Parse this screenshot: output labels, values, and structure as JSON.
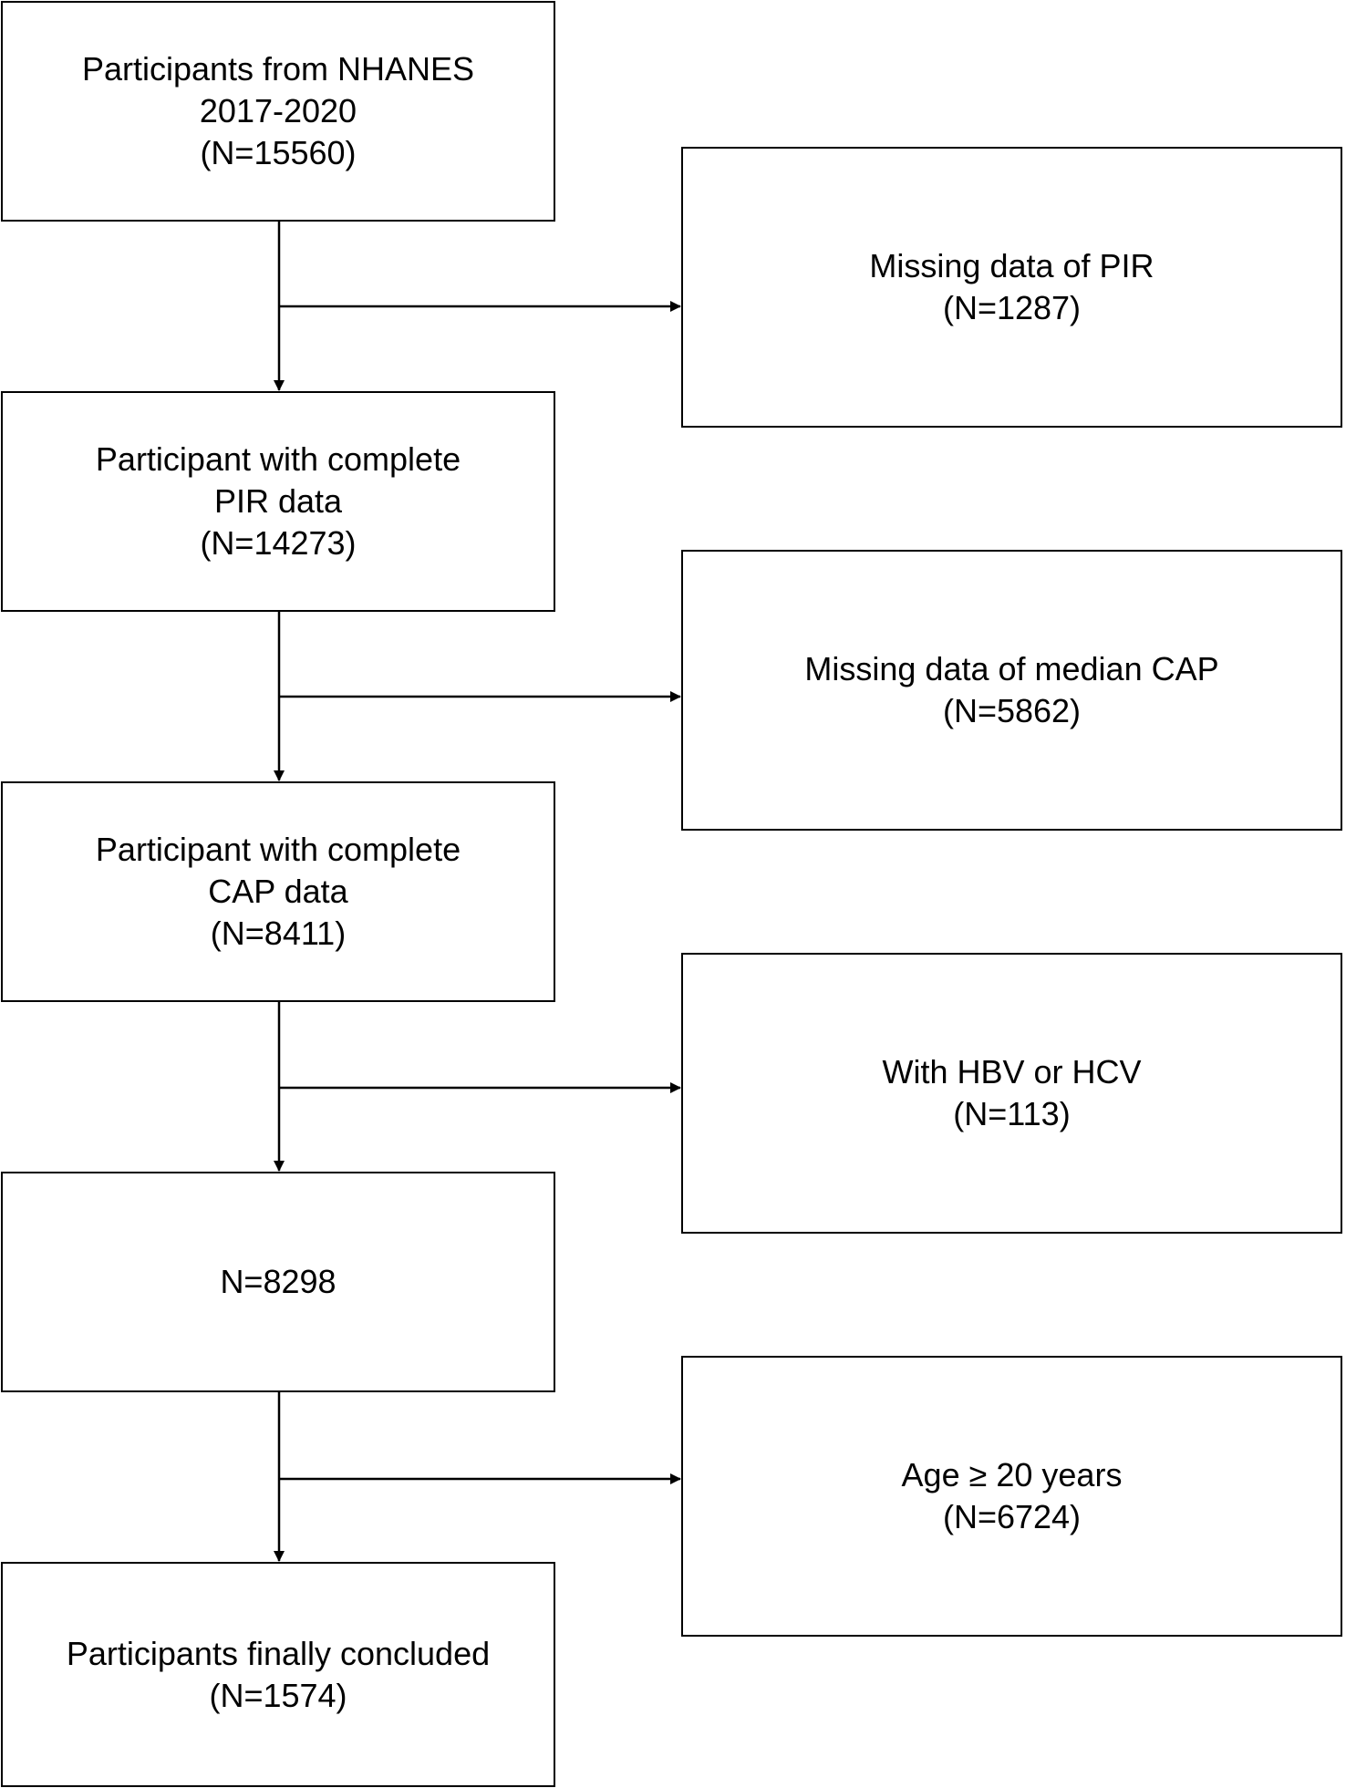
{
  "main_boxes": [
    {
      "lines": [
        "Participants from NHANES",
        "2017-2020",
        "(N=15560)"
      ]
    },
    {
      "lines": [
        "Participant with complete",
        "PIR data",
        "(N=14273)"
      ]
    },
    {
      "lines": [
        "Participant with complete",
        "CAP data",
        "(N=8411)"
      ]
    },
    {
      "lines": [
        "N=8298"
      ]
    },
    {
      "lines": [
        "Participants finally concluded",
        "(N=1574)"
      ]
    }
  ],
  "exclusion_boxes": [
    {
      "lines": [
        "Missing data of PIR",
        "(N=1287)"
      ]
    },
    {
      "lines": [
        "Missing data of median CAP",
        "(N=5862)"
      ]
    },
    {
      "lines": [
        "With HBV or HCV",
        "(N=113)"
      ]
    },
    {
      "lines": [
        "Age ≥ 20 years",
        "(N=6724)"
      ]
    }
  ],
  "colors": {
    "line": "#000000",
    "background": "#ffffff"
  }
}
